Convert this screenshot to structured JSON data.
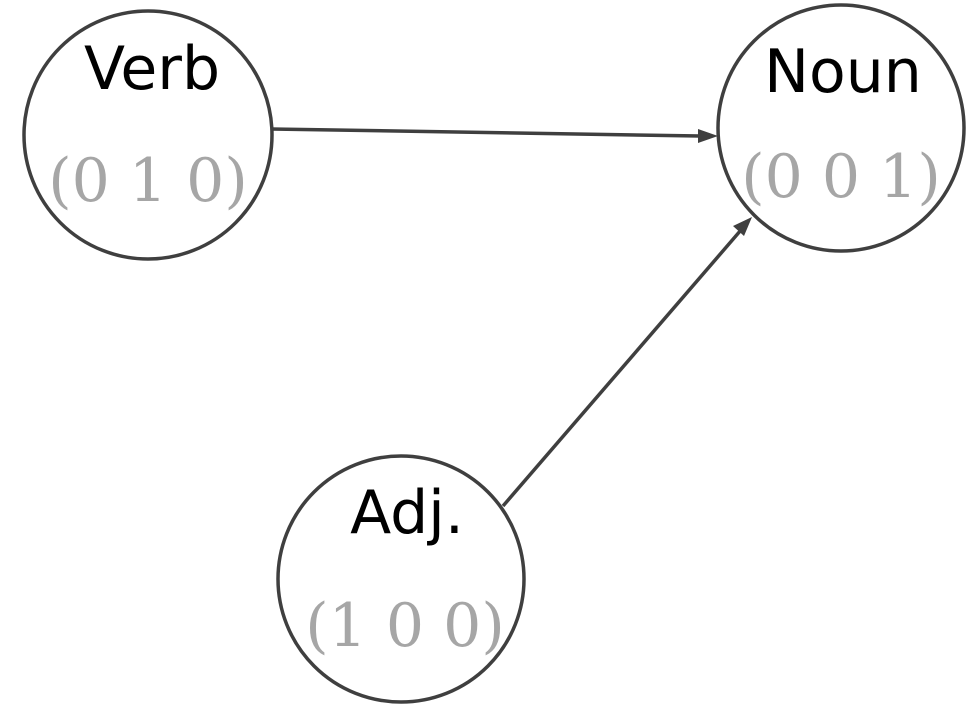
{
  "nodes": {
    "verb": {
      "label": "Verb",
      "vector": "(0 1 0)"
    },
    "noun": {
      "label": "Noun",
      "vector": "(0 0 1)"
    },
    "adj": {
      "label": "Adj.",
      "vector": "(1 0 0)"
    }
  },
  "edges": [
    {
      "from": "Verb",
      "to": "Noun"
    },
    {
      "from": "Adj.",
      "to": "Noun"
    }
  ],
  "colors": {
    "stroke": "#3f3f3f",
    "label": "#000000",
    "vector": "#a6a6a6"
  }
}
